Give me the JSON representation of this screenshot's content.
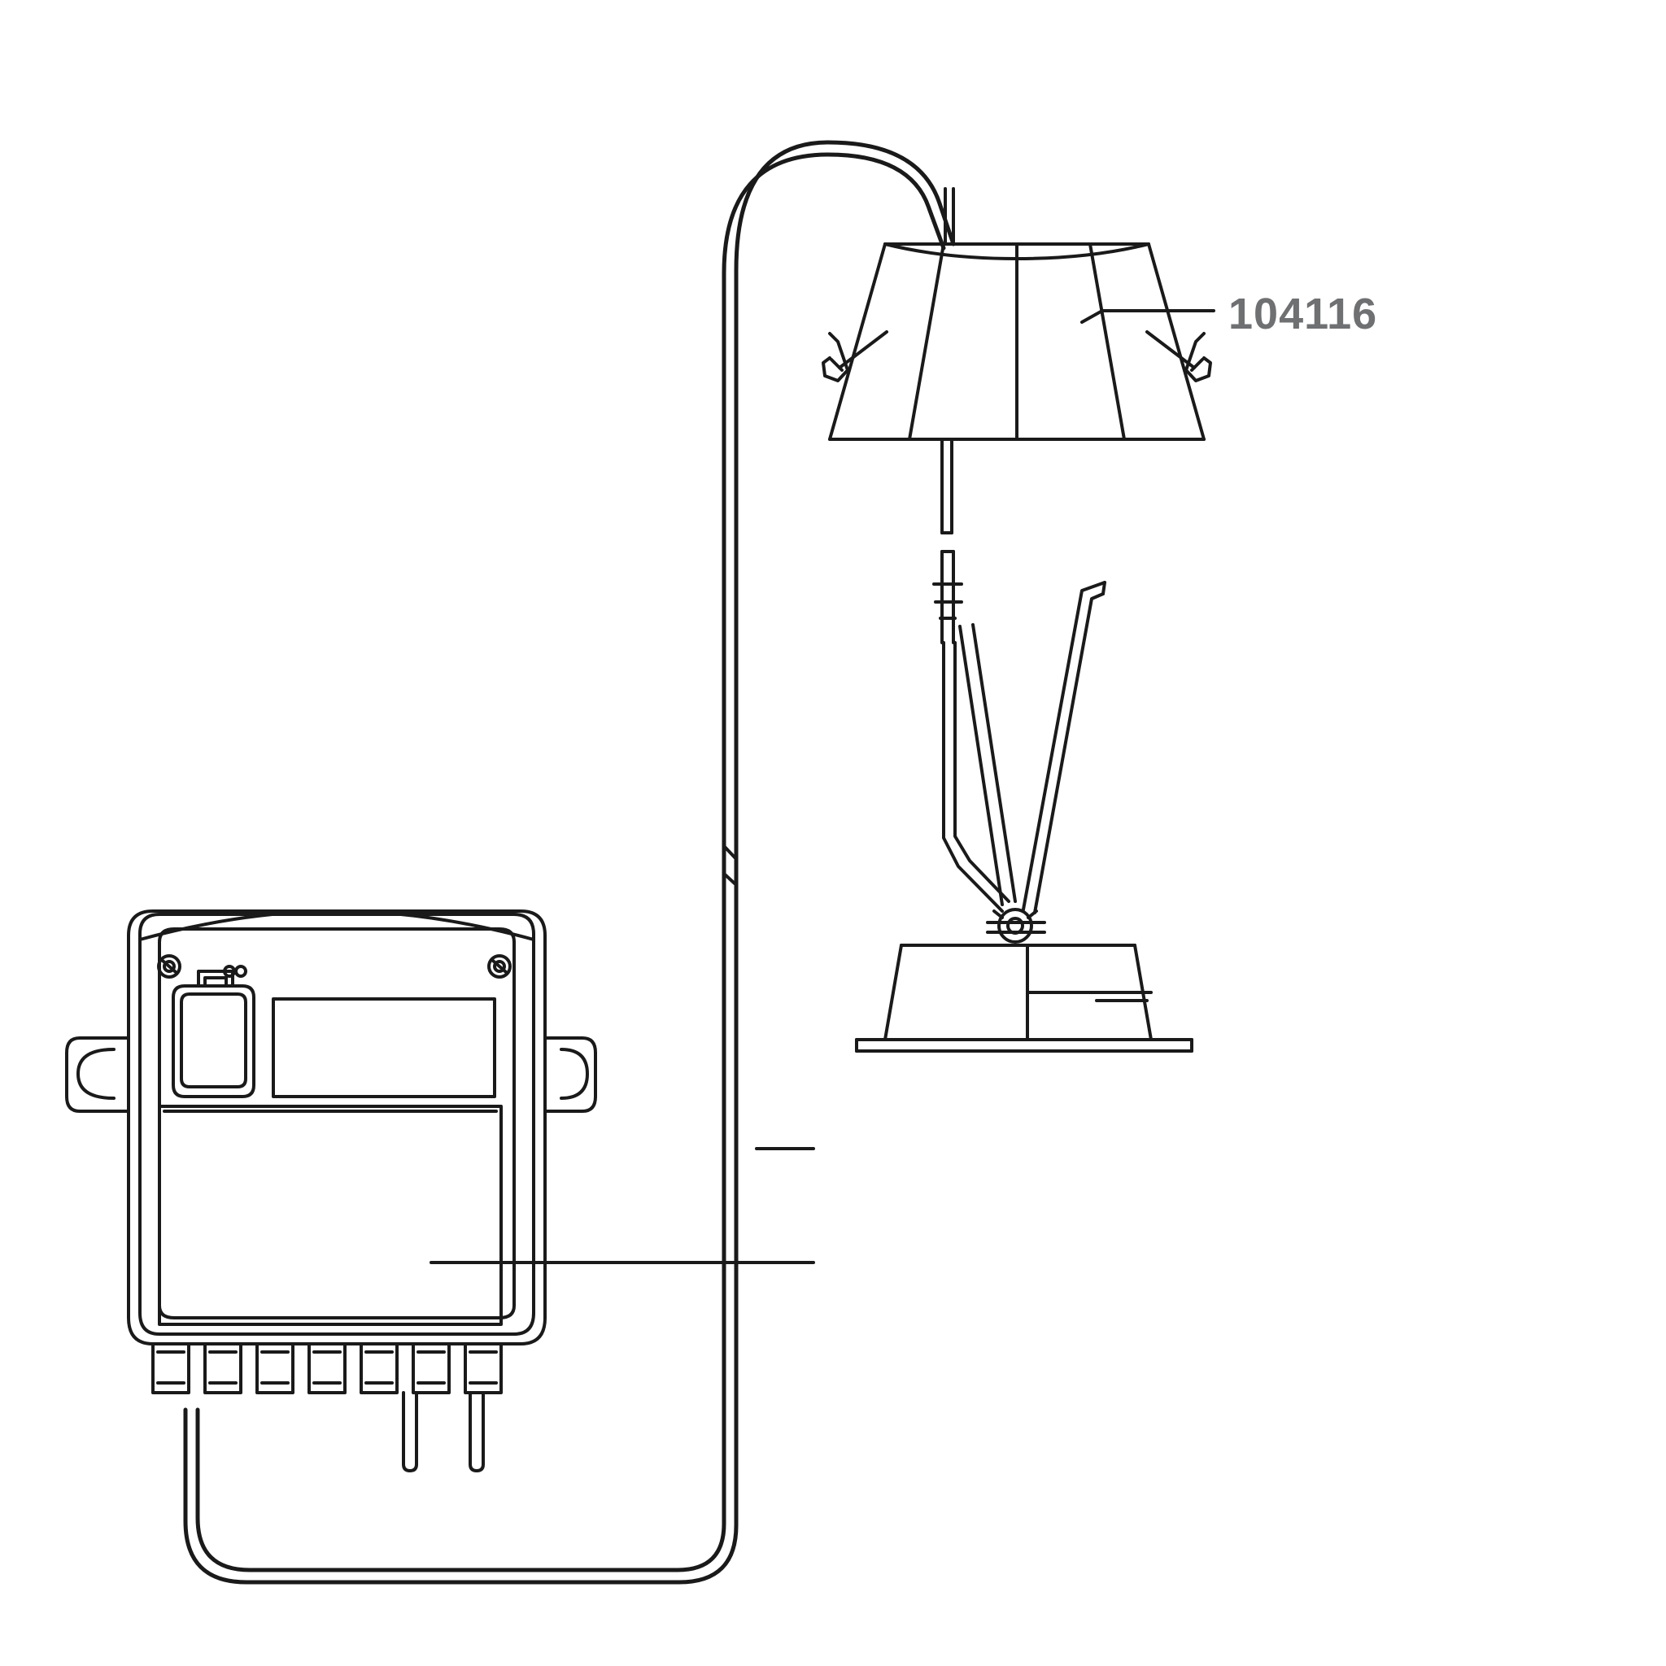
{
  "diagram": {
    "type": "technical-line-drawing",
    "title": "",
    "background_color": "#ffffff",
    "line_color": "#1a1a1a",
    "label_color": "#6f7072",
    "components": [
      {
        "name": "control-box",
        "description": "rounded rectangular controller housing with mounting tabs, display window, connector terminals and two pins"
      },
      {
        "name": "lamp-assembly",
        "description": "desk lamp with trapezoidal shade, stem, articulated arms and base plate"
      },
      {
        "name": "cable-loop",
        "description": "long looping cable routed from controller up to the lamp shade"
      }
    ],
    "callouts": [
      {
        "id": "104116",
        "label": "104116",
        "target": "lamp-shade",
        "leader_from": [
          1492,
          370
        ],
        "leader_to": [
          1280,
          378
        ]
      }
    ]
  }
}
